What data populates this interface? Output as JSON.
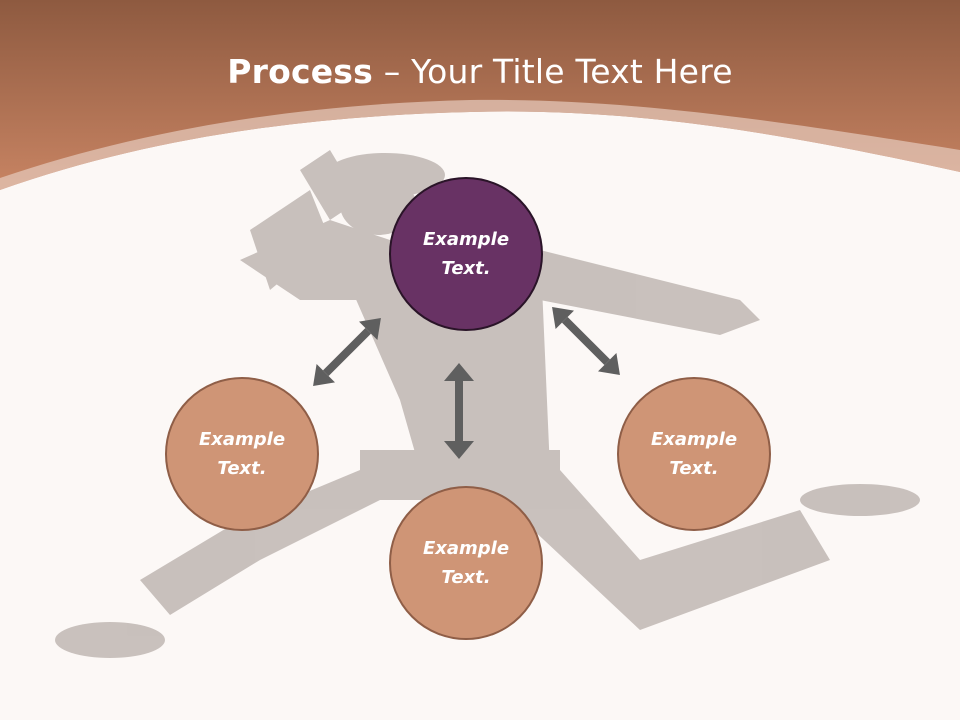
{
  "slide": {
    "title_bold": "Process",
    "title_separator": " – ",
    "title_rest": "Your Title Text Here",
    "colors": {
      "header_top": "#8e5a40",
      "header_bottom": "#c88463",
      "background": "#fcf8f6",
      "top_node_fill": "#683264",
      "node_fill": "#cf9576",
      "arrow": "#5f5f5f"
    }
  },
  "nodes": [
    {
      "id": "top",
      "text": "Example Text."
    },
    {
      "id": "left",
      "text": "Example Text."
    },
    {
      "id": "right",
      "text": "Example Text."
    },
    {
      "id": "bottom",
      "text": "Example Text."
    }
  ]
}
